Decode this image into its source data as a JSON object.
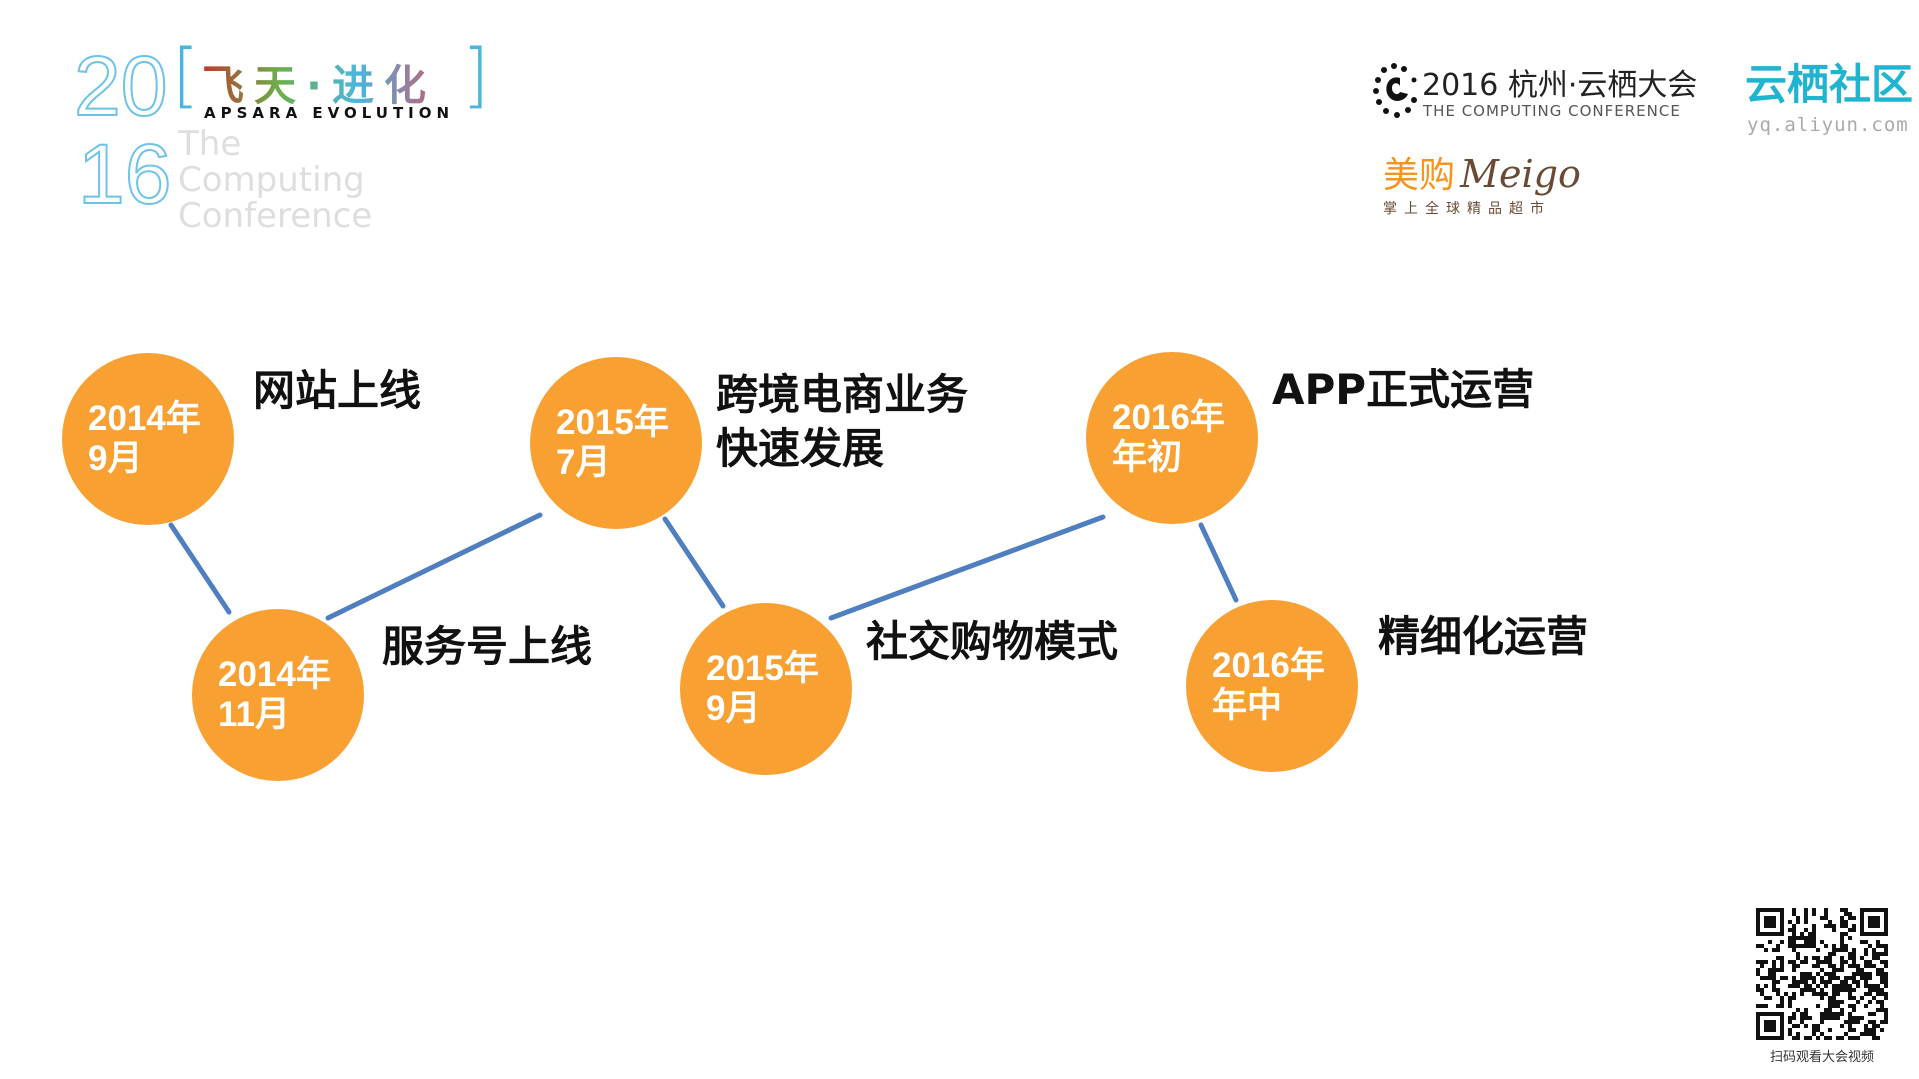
{
  "header_left": {
    "year_top": "20",
    "year_bottom": "16",
    "title_cn": "飞天·进化",
    "title_en": "APSARA EVOLUTION",
    "ghost_lines": [
      "The",
      "Computing",
      "Conference"
    ]
  },
  "header_right": {
    "conf_title": "2016 杭州·云栖大会",
    "conf_subtitle": "THE COMPUTING CONFERENCE",
    "community": "云栖社区",
    "community_url": "yq.aliyun.com",
    "meigo_cn": "美购",
    "meigo_en": "Meigo",
    "meigo_slogan": "掌上全球精品超市"
  },
  "timeline": [
    {
      "date_line1": "2014年",
      "date_line2": "9月",
      "event": [
        "网站上线"
      ]
    },
    {
      "date_line1": "2014年",
      "date_line2": "11月",
      "event": [
        "服务号上线"
      ]
    },
    {
      "date_line1": "2015年",
      "date_line2": "7月",
      "event": [
        "跨境电商业务",
        "快速发展"
      ]
    },
    {
      "date_line1": "2015年",
      "date_line2": "9月",
      "event": [
        "社交购物模式"
      ]
    },
    {
      "date_line1": "2016年",
      "date_line2": "年初",
      "event": [
        "APP正式运营"
      ]
    },
    {
      "date_line1": "2016年",
      "date_line2": "年中",
      "event": [
        "精细化运营"
      ]
    }
  ],
  "qr": {
    "caption": "扫码观看大会视频"
  },
  "colors": {
    "circle": "#f9a033",
    "connector": "#4f7fc0",
    "community": "#1fb5d0",
    "meigo_orange": "#f7941d",
    "meigo_brown": "#6b4a35"
  }
}
